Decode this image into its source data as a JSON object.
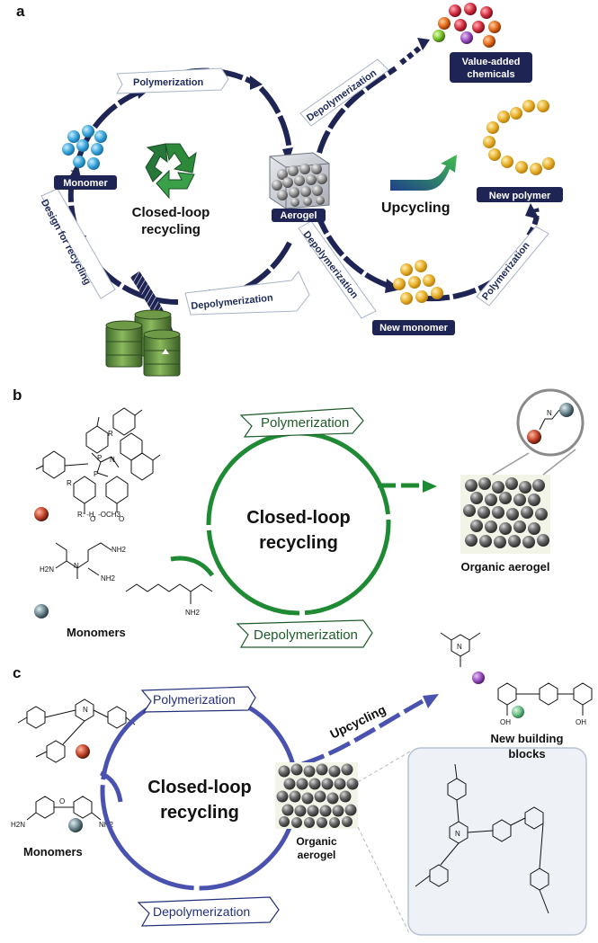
{
  "panel_a": {
    "letter": "a",
    "polymerization_top": "Polymerization",
    "depolymerization_bottom": "Depolymerization",
    "design_for_recycling": "Design for recycling",
    "depolymerization_chem": "Depolymerization",
    "depolymerization_mono": "Depolymerization",
    "polymerization_right": "Polymerization",
    "monomer": "Monomer",
    "closed_loop_line1": "Closed-loop",
    "closed_loop_line2": "recycling",
    "aerogel": "Aerogel",
    "chemicals_line1": "Value-added",
    "chemicals_line2": "chemicals",
    "new_polymer": "New polymer",
    "upcycling": "Upcycling",
    "new_monomer": "New monomer"
  },
  "panel_b": {
    "letter": "b",
    "r_symbol": "R",
    "p_symbol": "P",
    "n_symbol": "N",
    "o_symbol": "O",
    "r_substituents": "R: -H, -OCH3",
    "nh2": "NH2",
    "h2n": "H2N",
    "monomers": "Monomers",
    "polymerization": "Polymerization",
    "depolymerization": "Depolymerization",
    "closed_loop_line1": "Closed-loop",
    "closed_loop_line2": "recycling",
    "organic_aerogel": "Organic aerogel"
  },
  "panel_c": {
    "letter": "c",
    "n_symbol": "N",
    "o_symbol": "O",
    "h2n": "H2N",
    "nh2": "NH2",
    "oh": "OH",
    "monomers": "Monomers",
    "upcycling": "Upcycling",
    "polymerization": "Polymerization",
    "depolymerization": "Depolymerization",
    "closed_loop_line1": "Closed-loop",
    "closed_loop_line2": "recycling",
    "organic_aerogel_line1": "Organic",
    "organic_aerogel_line2": "aerogel",
    "building_blocks_line1": "New building",
    "building_blocks_line2": "blocks"
  },
  "colors": {
    "navy_loop": "#1e2454",
    "green_loop": "#1f8a34",
    "blue_loop": "#4a52b0"
  }
}
